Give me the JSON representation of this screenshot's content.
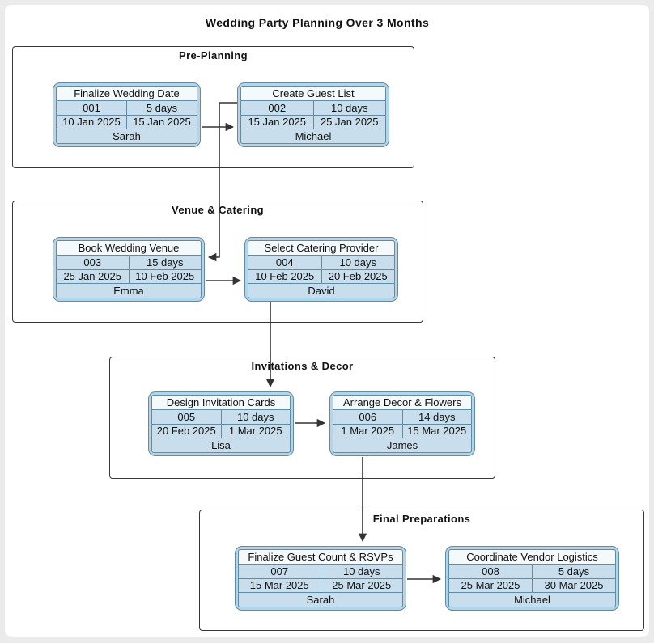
{
  "diagram_title": "Wedding Party Planning Over 3 Months",
  "sections": [
    {
      "label": "Pre-Planning",
      "tasks": [
        {
          "name": "Finalize Wedding Date",
          "id": "001",
          "duration": "5 days",
          "start": "10 Jan 2025",
          "end": "15 Jan 2025",
          "owner": "Sarah"
        },
        {
          "name": "Create Guest List",
          "id": "002",
          "duration": "10 days",
          "start": "15 Jan 2025",
          "end": "25 Jan 2025",
          "owner": "Michael"
        }
      ]
    },
    {
      "label": "Venue & Catering",
      "tasks": [
        {
          "name": "Book Wedding Venue",
          "id": "003",
          "duration": "15 days",
          "start": "25 Jan 2025",
          "end": "10 Feb 2025",
          "owner": "Emma"
        },
        {
          "name": "Select Catering Provider",
          "id": "004",
          "duration": "10 days",
          "start": "10 Feb 2025",
          "end": "20 Feb 2025",
          "owner": "David"
        }
      ]
    },
    {
      "label": "Invitations & Decor",
      "tasks": [
        {
          "name": "Design Invitation Cards",
          "id": "005",
          "duration": "10 days",
          "start": "20 Feb 2025",
          "end": "1 Mar 2025",
          "owner": "Lisa"
        },
        {
          "name": "Arrange Decor & Flowers",
          "id": "006",
          "duration": "14 days",
          "start": "1 Mar 2025",
          "end": "15 Mar 2025",
          "owner": "James"
        }
      ]
    },
    {
      "label": "Final Preparations",
      "tasks": [
        {
          "name": "Finalize Guest Count & RSVPs",
          "id": "007",
          "duration": "10 days",
          "start": "15 Mar 2025",
          "end": "25 Mar 2025",
          "owner": "Sarah"
        },
        {
          "name": "Coordinate Vendor Logistics",
          "id": "008",
          "duration": "5 days",
          "start": "25 Mar 2025",
          "end": "30 Mar 2025",
          "owner": "Michael"
        }
      ]
    }
  ],
  "edges": [
    {
      "from": "001",
      "to": "002"
    },
    {
      "from": "002",
      "to": "003"
    },
    {
      "from": "003",
      "to": "004"
    },
    {
      "from": "004",
      "to": "005"
    },
    {
      "from": "005",
      "to": "006"
    },
    {
      "from": "006",
      "to": "007"
    },
    {
      "from": "007",
      "to": "008"
    }
  ],
  "colors": {
    "node_fill": "#b8d3e4",
    "node_border": "#5e8ca6",
    "cell_fill": "#c8deec",
    "title_cell_fill": "#f4f9fc",
    "cluster_border": "#383838",
    "cluster_fill": "#ffffff",
    "edge": "#333333",
    "text": "#111111",
    "frame": "#ebebeb",
    "canvas": "#ffffff"
  }
}
